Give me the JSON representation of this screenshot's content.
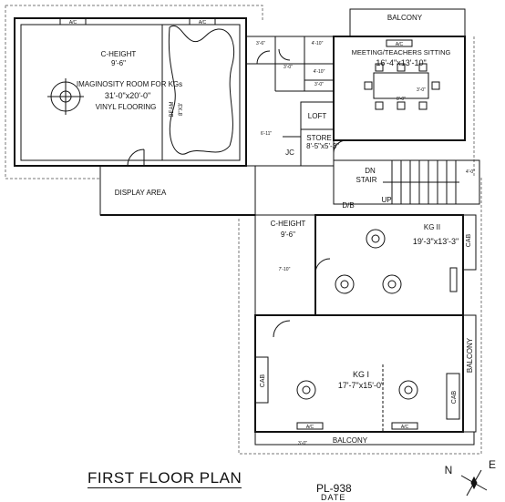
{
  "title": "FIRST FLOOR PLAN",
  "plan_code": "PL-938",
  "plan_code_partial": "DATE",
  "ac_label": "A/C",
  "cab_label": "CAB",
  "compass": {
    "n": "N",
    "e": "E"
  },
  "rooms": {
    "imaginosity": {
      "height_label": "C-HEIGHT",
      "height_value": "9'-6\"",
      "name": "IMAGINOSITY ROOM FOR KGs",
      "size": "31'-0\"x20'-0\"",
      "flooring": "VINYL FLOORING",
      "beam_label": "BEAM",
      "beam_size": "8\"X3'"
    },
    "meeting": {
      "name": "MEETING/TEACHERS SITTING",
      "size": "16'-4\"x13'-10\""
    },
    "store": {
      "name": "STORE",
      "size": "8'-5\"x5'-3\""
    },
    "loft": "LOFT",
    "jc": "JC",
    "display_area": "DISPLAY AREA",
    "stair": {
      "dn": "DN",
      "stair": "STAIR",
      "up": "UP"
    },
    "db": "D/B",
    "corridor": {
      "height_label": "C-HEIGHT",
      "height_value": "9'-6\""
    },
    "kg2": {
      "name": "KG II",
      "size": "19'-3\"x13'-3\""
    },
    "kg1": {
      "name": "KG I",
      "size": "17'-7\"x15'-0\""
    },
    "balcony_top": "BALCONY",
    "balcony_right": "BALCONY",
    "balcony_bottom": "BALCONY"
  },
  "dimensions": {
    "d1": "3'-6\"",
    "d2": "3'-0\"",
    "d3": "4'-10\"",
    "d4": "4'-10\"",
    "d5": "3'-0\"",
    "d6": "3'-0\"",
    "d7": "8'-0\"",
    "d8": "6'-11\"",
    "d9": "4'-0\"",
    "d10": "7'-10\"",
    "d11": "3'-0\""
  }
}
